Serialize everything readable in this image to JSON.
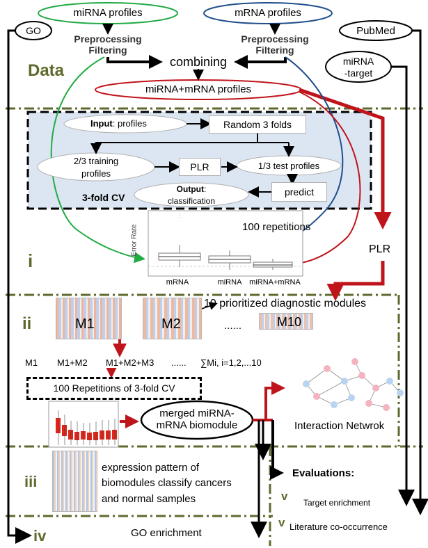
{
  "top": {
    "mirna_profiles": "miRNA profiles",
    "mrna_profiles": "mRNA profiles",
    "preprocessing_left": "Preprocessing",
    "filtering_left": "Filtering",
    "preprocessing_right": "Preprocessing",
    "filtering_right": "Filtering",
    "go": "GO",
    "pubmed": "PubMed",
    "combining": "combining",
    "mirna_target_line1": "miRNA",
    "mirna_target_line2": "-target",
    "combined_profiles": "miRNA+mRNA profiles",
    "data_label": "Data"
  },
  "cv": {
    "input_bold": "Input",
    "input_rest": ": profiles",
    "random_folds": "Random 3 folds",
    "training_line1": "2/3 training",
    "training_line2": "profiles",
    "plr": "PLR",
    "test_profiles": "1/3 test profiles",
    "predict": "predict",
    "output_line1": "Output",
    "output_colon": ":",
    "output_line2": "classification",
    "cv_label": "3-fold CV"
  },
  "section_i": {
    "roman": "i",
    "repetitions": "100 repetitions",
    "plr_right": "PLR",
    "boxplot": {
      "ylabel": "Error Rate",
      "categories": [
        "mRNA",
        "miRNA",
        "miRNA+mRNA"
      ]
    }
  },
  "section_ii": {
    "roman": "ii",
    "modules_title": "10 prioritized diagnostic modules",
    "m1": "M1",
    "m2": "M2",
    "dots": "......",
    "m10": "M10",
    "seq": [
      "M1",
      "M1+M2",
      "M1+M2+M3",
      "......",
      "∑Mi, i=1,2,...10"
    ],
    "cv_repetitions": "100  Repetitions of 3-fold CV",
    "merged_line1": "merged miRNA-",
    "merged_line2": "mRNA biomodule",
    "interaction": "Interaction Netwrok"
  },
  "section_iii": {
    "roman": "iii",
    "line1": "expression pattern of",
    "line2": "biomodules  classify cancers",
    "line3": "and normal samples",
    "evaluations": "Evaluations:",
    "v1": "v",
    "target_enrichment": "Target enrichment",
    "v2": "v",
    "literature": "Literature co-occurrence"
  },
  "section_iv": {
    "roman": "iv",
    "go_enrichment": "GO enrichment"
  },
  "colors": {
    "green": "#22aa44",
    "blue": "#1f4e8c",
    "red": "#c0141b",
    "olive": "#5d6a2e",
    "cv_bg": "#dce6f2"
  }
}
